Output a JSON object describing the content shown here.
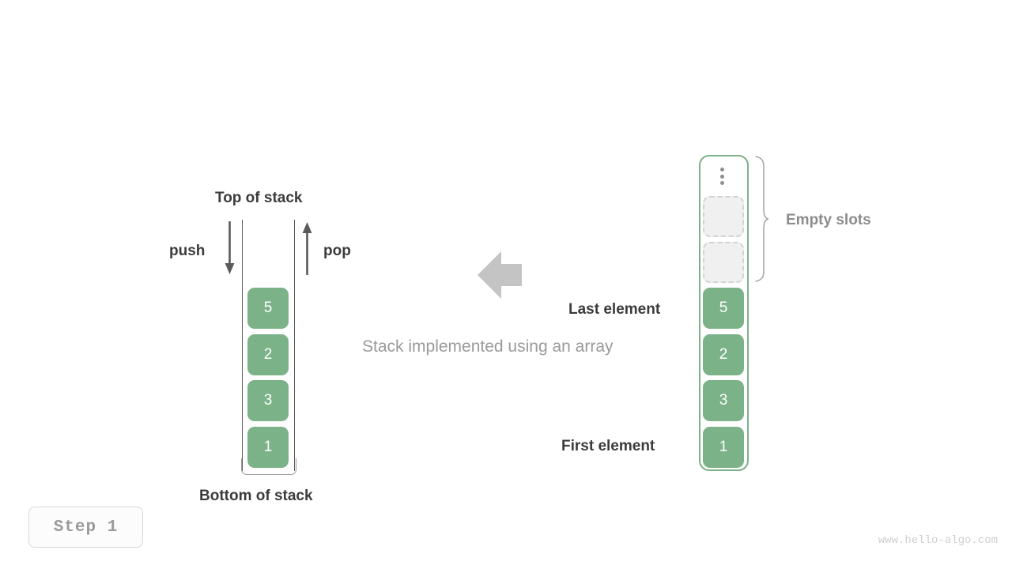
{
  "diagram": {
    "caption": "Stack implemented using an array",
    "watermark": "www.hello-algo.com",
    "step_badge": "Step  1",
    "colors": {
      "cell_fill": "#7cb288",
      "cell_text": "#ffffff",
      "empty_fill": "#f0f0f0",
      "empty_border": "#d3d3d3",
      "frame_border": "#7cb288",
      "arrow_gray": "#c4c4c4",
      "label_dark": "#3b3b3b",
      "label_gray": "#8c8c8c",
      "caption_gray": "#9a9a9a"
    }
  },
  "left_stack": {
    "top_label": "Top of stack",
    "bottom_label": "Bottom of stack",
    "push_label": "push",
    "pop_label": "pop",
    "cells": [
      {
        "value": "5"
      },
      {
        "value": "2"
      },
      {
        "value": "3"
      },
      {
        "value": "1"
      }
    ]
  },
  "transition": {
    "arrow_icon": "arrow-left-icon",
    "direction": "left"
  },
  "right_array": {
    "ellipsis_icon": "vertical-ellipsis-icon",
    "empty_slots_label": "Empty slots",
    "empty_slots_count": 2,
    "last_element_label": "Last element",
    "first_element_label": "First element",
    "cells": [
      {
        "value": "5"
      },
      {
        "value": "2"
      },
      {
        "value": "3"
      },
      {
        "value": "1"
      }
    ]
  }
}
